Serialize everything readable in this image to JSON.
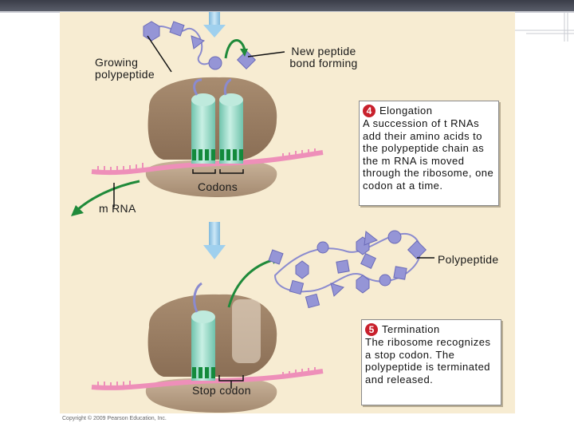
{
  "labels": {
    "growing_polypeptide": "Growing polypeptide",
    "new_peptide_bond": "New peptide bond forming",
    "codons": "Codons",
    "mrna": "m RNA",
    "polypeptide": "Polypeptide",
    "stop_codon": "Stop codon"
  },
  "elongation": {
    "step": "4",
    "title": "Elongation",
    "description": "A succession of t RNAs add their amino acids to the polypeptide chain as the m RNA is moved through the ribosome, one codon at a time."
  },
  "termination": {
    "step": "5",
    "title": "Termination",
    "description": "The ribosome recognizes a stop codon. The polypeptide is terminated and released."
  },
  "copyright": "Copyright © 2009 Pearson Education, Inc.",
  "colors": {
    "background": "#f7ecd2",
    "ribosome": "#9a7e63",
    "trna": "#8fd6c2",
    "codon_green": "#138a3c",
    "mrna_pink": "#ee8fb9",
    "amino_acid": "#9595d6",
    "arrow_blue": "#9fd0ee",
    "arrow_green": "#1f8a3a",
    "step_red": "#c8202c"
  }
}
